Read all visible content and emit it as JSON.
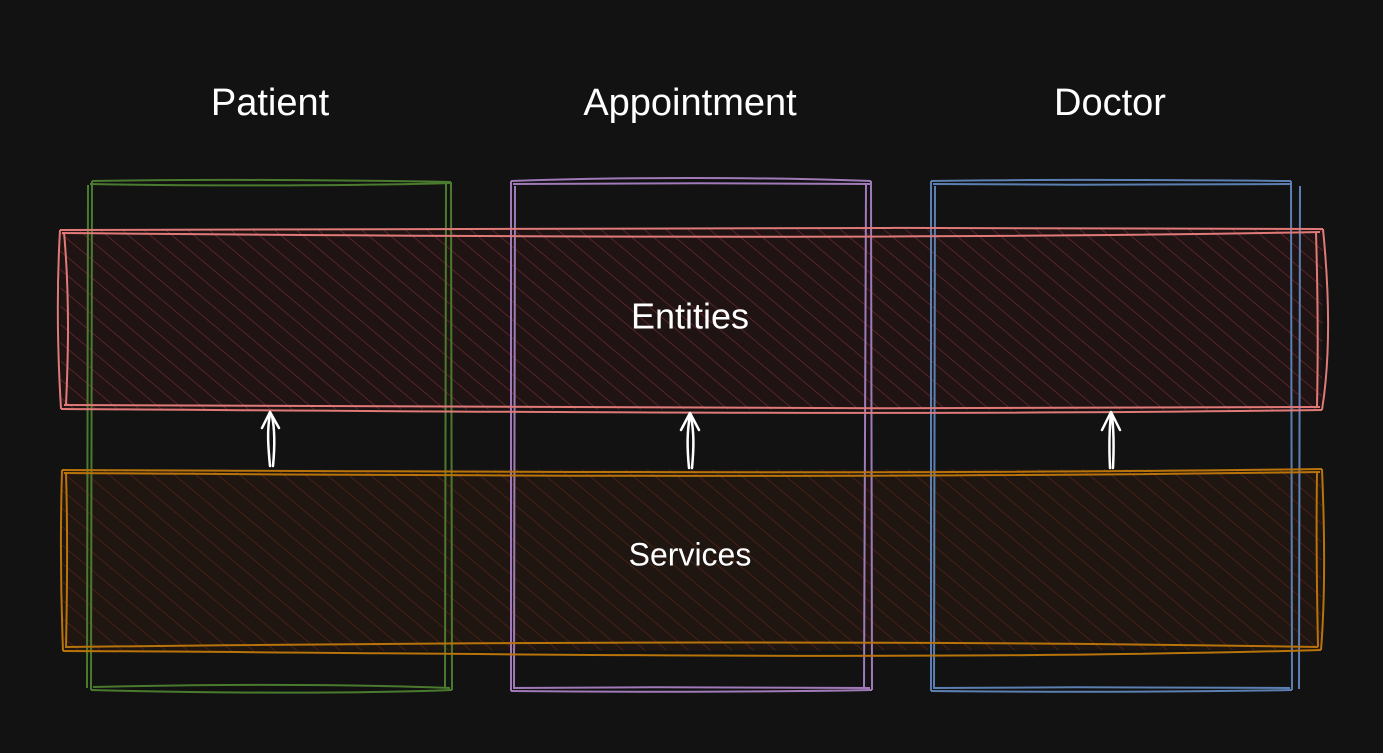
{
  "diagram": {
    "columns": [
      {
        "id": "patient",
        "title": "Patient",
        "color": "#4a7a2e"
      },
      {
        "id": "appointment",
        "title": "Appointment",
        "color": "#a07ab8"
      },
      {
        "id": "doctor",
        "title": "Doctor",
        "color": "#5b7fb0"
      }
    ],
    "bands": [
      {
        "id": "entities",
        "title": "Entities",
        "color": "#e07a78",
        "hatch": "#6a2a2a"
      },
      {
        "id": "services",
        "title": "Services",
        "color": "#b8730a",
        "hatch": "#5a2a10"
      }
    ],
    "arrows": [
      {
        "from": "services",
        "to": "entities",
        "column": "patient"
      },
      {
        "from": "services",
        "to": "entities",
        "column": "appointment"
      },
      {
        "from": "services",
        "to": "entities",
        "column": "doctor"
      }
    ],
    "background": "#121212"
  }
}
